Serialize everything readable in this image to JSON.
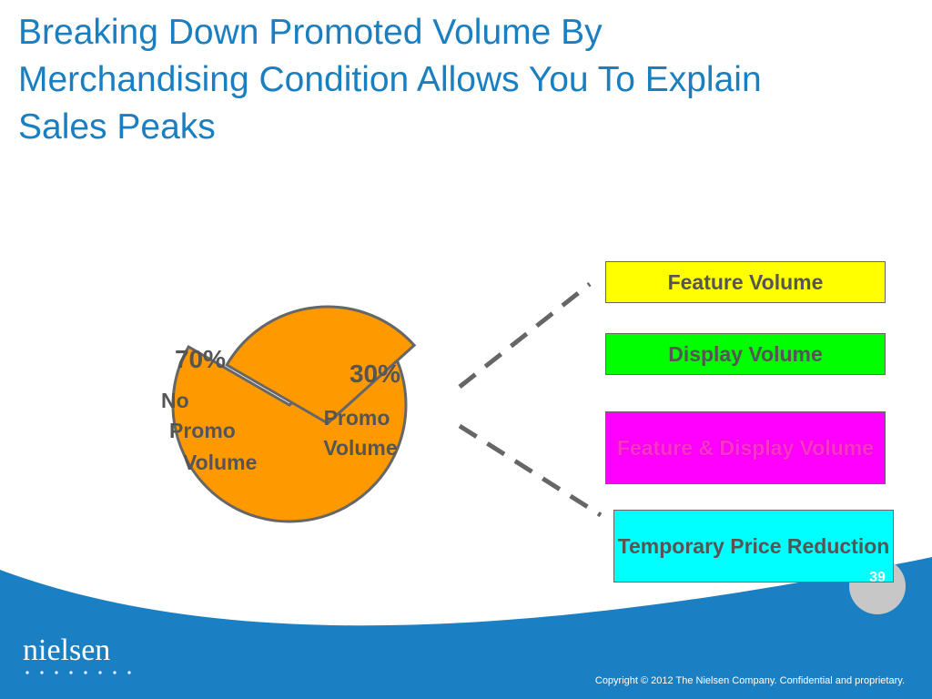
{
  "slide": {
    "title_lines": [
      "Breaking Down Promoted Volume By",
      "Merchandising Condition Allows You To Explain",
      "Sales Peaks"
    ],
    "page_number": "39",
    "logo": "nielsen",
    "copyright": "Copyright © 2012 The Nielsen Company. Confidential and proprietary."
  },
  "colors": {
    "title": "#1a7fc1",
    "pie_fill": "#ff9900",
    "pie_stroke": "#666666",
    "pie_label": "#555555",
    "footer_blue": "#1b80c3",
    "feature": "#ffff00",
    "display": "#00ff00",
    "feature_display": "#ff00ff",
    "tpr": "#00ffff"
  },
  "chart_data": {
    "type": "pie",
    "title": "",
    "slices": [
      {
        "name": "No Promo Volume",
        "percent_label": "70%",
        "value": 70,
        "label_lines": [
          "No",
          "Promo",
          "Volume"
        ]
      },
      {
        "name": "Promo Volume",
        "percent_label": "30%",
        "value": 30,
        "label_lines": [
          "Promo",
          "Volume"
        ]
      }
    ],
    "exploded_slice": "Promo Volume",
    "breakdown": [
      {
        "label": "Feature Volume"
      },
      {
        "label": "Display Volume"
      },
      {
        "label": "Feature & Display Volume"
      },
      {
        "label": "Temporary Price Reduction"
      }
    ]
  }
}
